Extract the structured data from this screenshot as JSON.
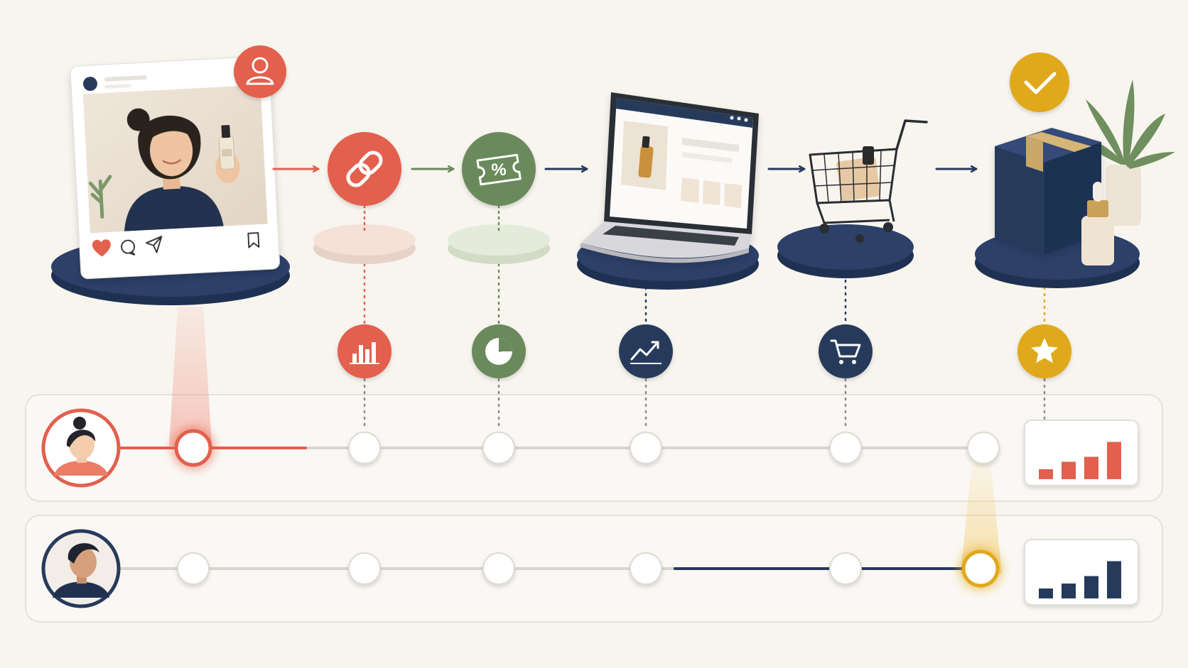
{
  "colors": {
    "background": "#f8f5ef",
    "coral": "#e2604e",
    "sage": "#6b8a5c",
    "navy": "#263a5c",
    "gold": "#e0a91c",
    "track": "#d9d5cf"
  },
  "journey": {
    "stages": [
      {
        "name": "social-post",
        "icon": "user-icon",
        "metric_icon": ""
      },
      {
        "name": "affiliate-link",
        "icon": "link-icon",
        "metric_icon": "bar-chart-icon"
      },
      {
        "name": "discount-coupon",
        "icon": "coupon-percent-icon",
        "metric_icon": "pie-chart-icon"
      },
      {
        "name": "product-page",
        "icon": "laptop-icon",
        "metric_icon": "trend-up-icon"
      },
      {
        "name": "cart",
        "icon": "shopping-cart-icon",
        "metric_icon": "cart-icon"
      },
      {
        "name": "purchase",
        "icon": "checkmark-icon",
        "metric_icon": "star-icon"
      }
    ]
  },
  "lanes": [
    {
      "avatar": "woman-avatar-icon",
      "active_node": 1,
      "highlight_color": "#e2604e",
      "bar_color": "#e2604e",
      "mini_bars": [
        0.2,
        0.35,
        0.45,
        0.75
      ]
    },
    {
      "avatar": "man-avatar-icon",
      "active_node": 6,
      "highlight_color": "#e0a91c",
      "bar_color": "#263a5c",
      "mini_bars": [
        0.2,
        0.3,
        0.45,
        0.75
      ]
    }
  ]
}
